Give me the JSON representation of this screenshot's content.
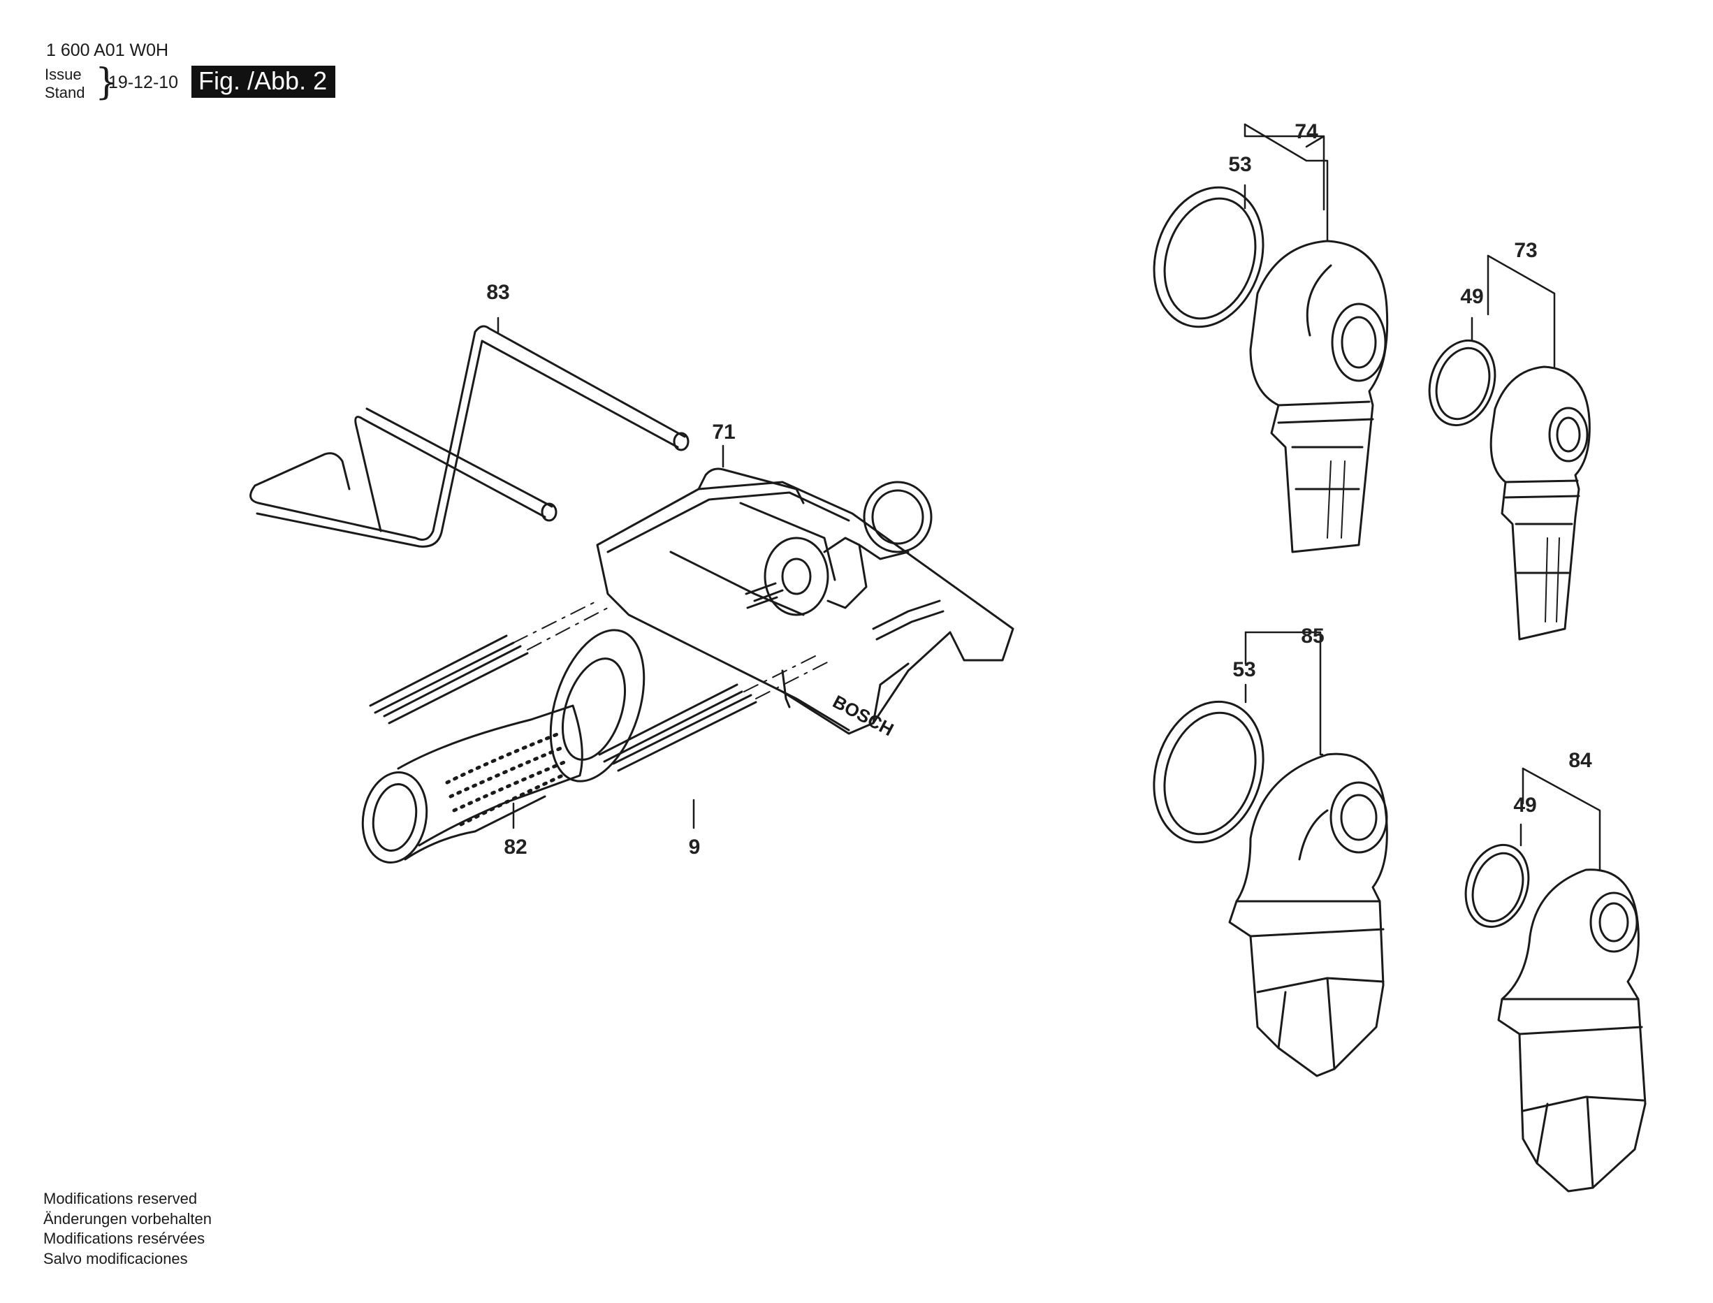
{
  "header": {
    "doc_number": "1 600 A01 W0H",
    "issue_label": "Issue",
    "stand_label": "Stand",
    "brace": "}",
    "issue_date": "19-12-10",
    "figure_label": "Fig. /Abb. 2"
  },
  "footer": {
    "lines": [
      "Modifications reserved",
      "Änderungen vorbehalten",
      "Modifications resérvées",
      "Salvo modificaciones"
    ]
  },
  "callouts": {
    "p83": "83",
    "p71": "71",
    "p82": "82",
    "p9": "9",
    "p74": "74",
    "p53a": "53",
    "p73": "73",
    "p49a": "49",
    "p85": "85",
    "p53b": "53",
    "p84": "84",
    "p49b": "49"
  },
  "product_marking": "BOSCH",
  "colors": {
    "ink": "#1a1a1a",
    "background": "#ffffff",
    "label_bg": "#111111"
  }
}
